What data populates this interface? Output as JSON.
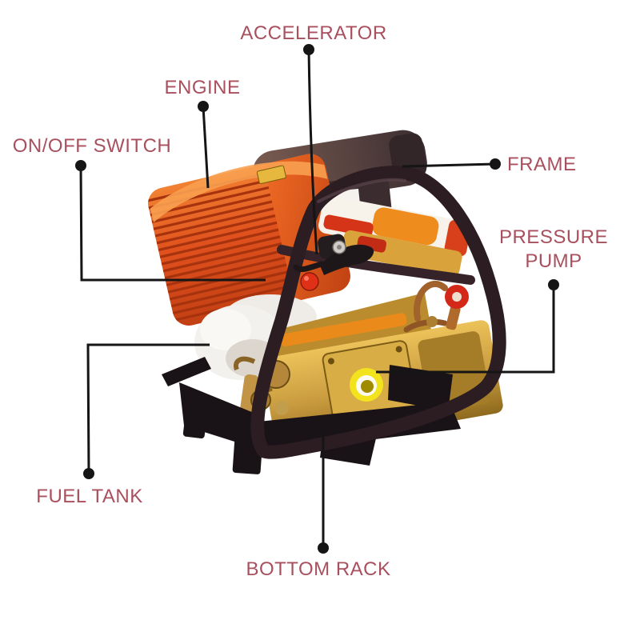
{
  "diagram": {
    "subject": "Power sprayer pressure pump machine parts diagram",
    "background": "#ffffff"
  },
  "labels": {
    "accelerator": "ACCELERATOR",
    "engine": "ENGINE",
    "on_off_switch": "ON/OFF SWITCH",
    "frame": "FRAME",
    "pressure_pump": "PRESSURE PUMP",
    "fuel_tank": "FUEL TANK",
    "bottom_rack": "BOTTOM RACK"
  },
  "colors": {
    "label_text": "#a8505e",
    "leader_line": "#151515",
    "engine_orange": "#e0511d",
    "engine_fin_shadow": "#a6330e",
    "engine_top_highlight": "#f8a050",
    "muffler_brown": "#5e4a45",
    "frame_dark": "#2b1d22",
    "pump_gold": "#c89a3e",
    "port_yellow": "#f2e31c",
    "knob_red": "#d32818",
    "switch_red": "#e03018",
    "tank_white": "#f3f1ed",
    "rack_black": "#191216",
    "brass": "#b5873a"
  }
}
